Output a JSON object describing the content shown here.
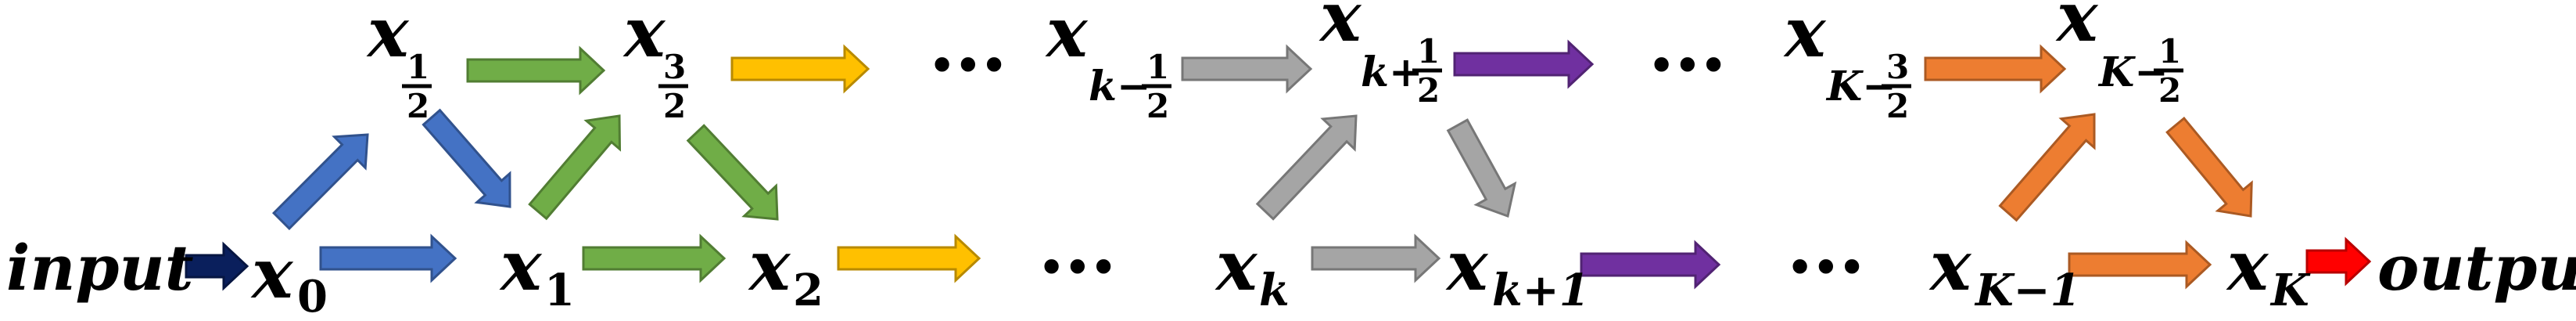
{
  "labels": {
    "input": "input",
    "output": "output",
    "x_half": "x",
    "x_3half": "x",
    "x_k_minus_half": "x",
    "x_k_plus_half": "x",
    "x_K_minus_3half": "x",
    "x_K_minus_half": "x",
    "x_0": "x",
    "x_1": "x",
    "x_2": "x",
    "x_k": "x",
    "x_k_plus_1": "x",
    "x_K_minus_1": "x",
    "x_K": "x"
  },
  "subscripts": {
    "x_0": "0",
    "x_1": "1",
    "x_2": "2",
    "x_k": "k",
    "x_k_plus_1": "k+1",
    "x_K_minus_1": "K−1",
    "x_K": "K",
    "x_k_minus_half_prefix": "k−",
    "x_k_plus_half_prefix": "k+",
    "x_K_minus_3half_prefix": "K−",
    "x_K_minus_half_prefix": "K−"
  },
  "fractions": {
    "one": "1",
    "three": "3",
    "two": "2"
  },
  "ellipsis": "•••",
  "colors": {
    "navy": "#0a1f5c",
    "blue": "#4472c4",
    "green": "#70ad47",
    "yellow": "#ffc000",
    "gray": "#a5a5a5",
    "purple": "#7030a0",
    "orange": "#ed7d31",
    "red": "#ff0000"
  }
}
